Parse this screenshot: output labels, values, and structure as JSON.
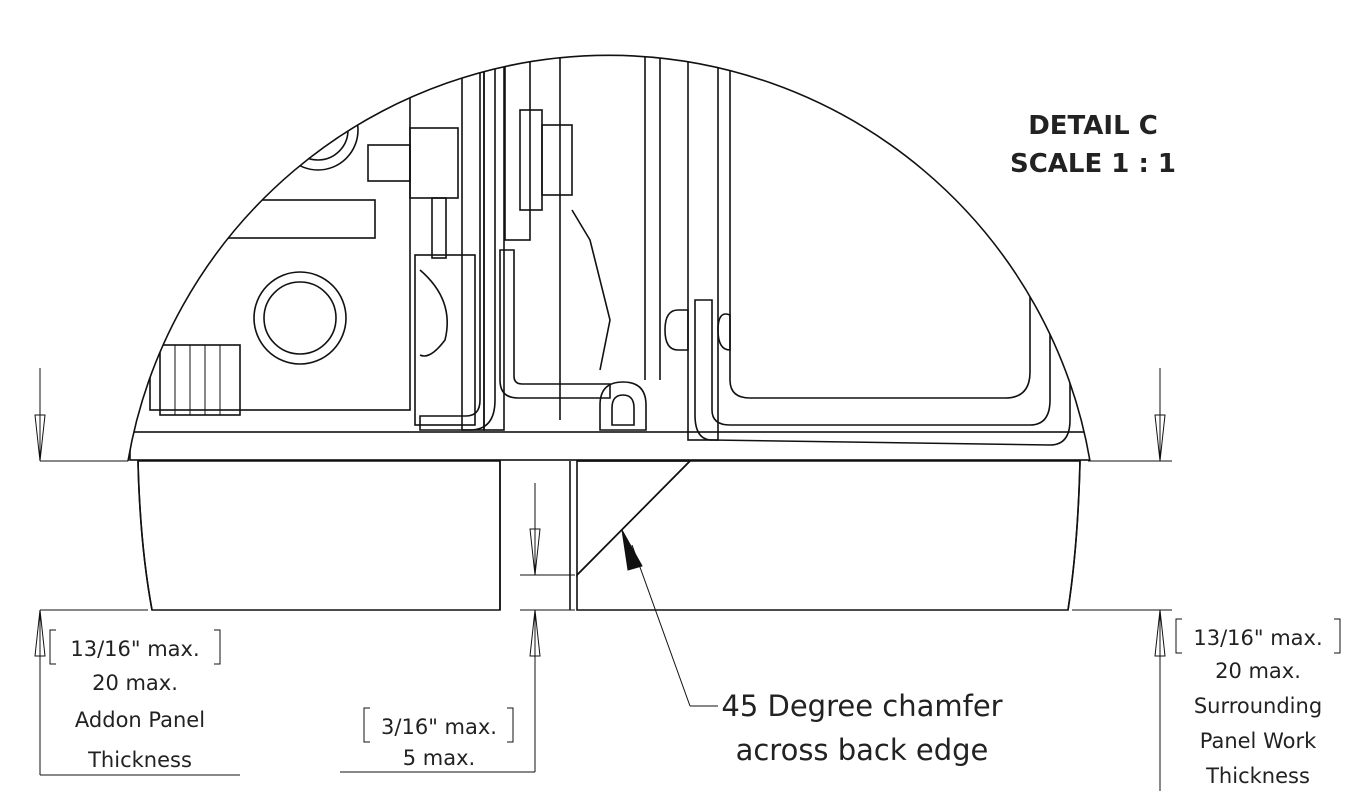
{
  "title": {
    "line1": "DETAIL C",
    "line2": "SCALE 1 : 1"
  },
  "dimensions": {
    "left": {
      "imperial": "13/16\" max.",
      "metric": "20 max.",
      "caption_line1": "Addon Panel",
      "caption_line2": "Thickness"
    },
    "middle": {
      "imperial": "3/16\" max.",
      "metric": "5 max."
    },
    "right": {
      "imperial": "13/16\" max.",
      "metric": "20 max.",
      "caption_line1": "Surrounding",
      "caption_line2": "Panel Work",
      "caption_line3": "Thickness"
    }
  },
  "callout": {
    "line1": "45 Degree chamfer",
    "line2": "across back edge"
  }
}
